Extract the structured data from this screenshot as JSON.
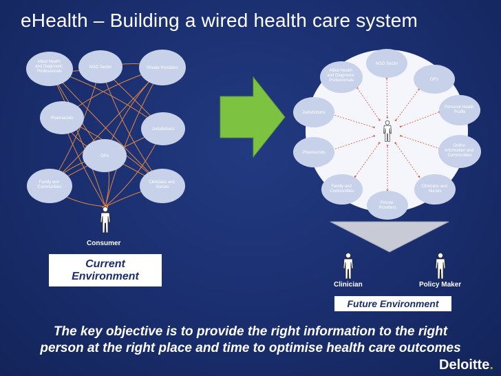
{
  "title": "eHealth – Building a wired health care system",
  "current": {
    "nodes": [
      {
        "id": "allied",
        "label": "Allied Health and Diagnostic Professionals"
      },
      {
        "id": "ngo",
        "label": "NGO Sector"
      },
      {
        "id": "private",
        "label": "Private Providers"
      },
      {
        "id": "pharm",
        "label": "Pharmacists"
      },
      {
        "id": "juris",
        "label": "Jurisdictions"
      },
      {
        "id": "gps",
        "label": "GPs"
      },
      {
        "id": "family",
        "label": "Family and Communities"
      },
      {
        "id": "clin",
        "label": "Clinicians and Nurses"
      }
    ],
    "person_label": "Consumer",
    "box_label_1": "Current",
    "box_label_2": "Environment"
  },
  "future": {
    "nodes": [
      {
        "id": "ngo",
        "label": "NGO Sector"
      },
      {
        "id": "allied",
        "label": "Allied Health and Diagnostic Professionals"
      },
      {
        "id": "gps",
        "label": "GP's"
      },
      {
        "id": "juris",
        "label": "Jurisdictions"
      },
      {
        "id": "phr",
        "label": "Personal Health Profile"
      },
      {
        "id": "pharm",
        "label": "Pharmacists"
      },
      {
        "id": "online",
        "label": "Online Information and Communities"
      },
      {
        "id": "family",
        "label": "Family and Communities"
      },
      {
        "id": "clin",
        "label": "Clinicians and Nurses"
      },
      {
        "id": "private",
        "label": "Private Providers"
      }
    ],
    "person_left": "Clinician",
    "person_right": "Policy Maker",
    "box_label": "Future Environment"
  },
  "objective_line1": "The key objective is to provide the right information to the right",
  "objective_line2": "person at the right place and time to optimise health care outcomes",
  "logo": "Deloitte",
  "logo_dot": ".",
  "colors": {
    "background": "#1a2e6e",
    "bubble_fill": "#c7d2ea",
    "arrow_orange": "#e2873f",
    "arrow_green": "#7ec242",
    "future_circle": "#f5f6fb",
    "future_arrow": "#e04a2a",
    "deloitte_green": "#86bc25"
  },
  "icons": [
    "person-icon",
    "right-arrow-icon",
    "funnel-arrow-icon"
  ]
}
